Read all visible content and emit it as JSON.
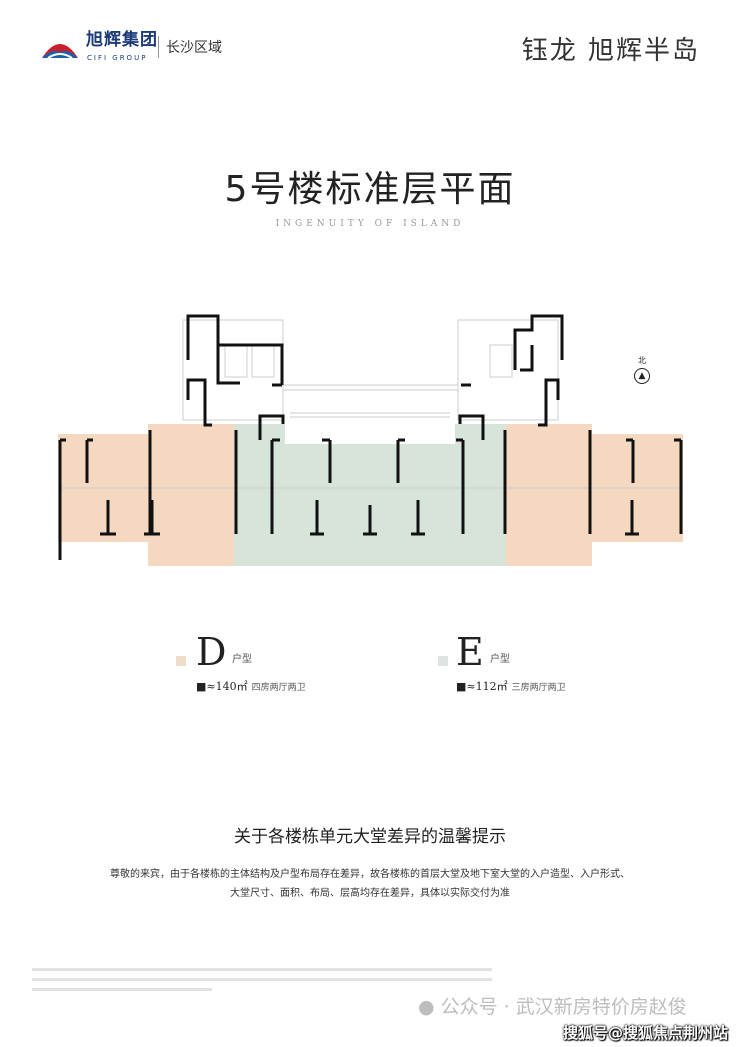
{
  "header": {
    "brand_cn": "旭辉集团",
    "brand_en": "CIFI GROUP",
    "region": "长沙区域",
    "project": "钰龙 旭辉半岛"
  },
  "title": "5号楼标准层平面",
  "subtitle": "INGENUITY OF ISLAND",
  "plan": {
    "north_label": "北",
    "colors": {
      "D": "#f4d8bf",
      "E": "#d7e4da"
    }
  },
  "legend": [
    {
      "letter": "D",
      "type_label": "户型",
      "area_prefix": "■≈",
      "area": "140㎡",
      "desc": "四房两厅两卫",
      "color": "#f0dccb"
    },
    {
      "letter": "E",
      "type_label": "户型",
      "area_prefix": "■≈",
      "area": "112㎡",
      "desc": "三房两厅两卫",
      "color": "#dde3de"
    }
  ],
  "notice": {
    "title": "关于各楼栋单元大堂差异的温馨提示",
    "line1": "尊敬的来宾，由于各楼栋的主体结构及户型布局存在差异，故各楼栋的首层大堂及地下室大堂的入户造型、入户形式、",
    "line2": "大堂尺寸、面积、布局、层高均存在差异，具体以实际交付为准"
  },
  "watermark": {
    "wechat": "公众号 · 武汉新房特价房赵俊",
    "sohu": "搜狐号@搜狐焦点荆州站"
  }
}
